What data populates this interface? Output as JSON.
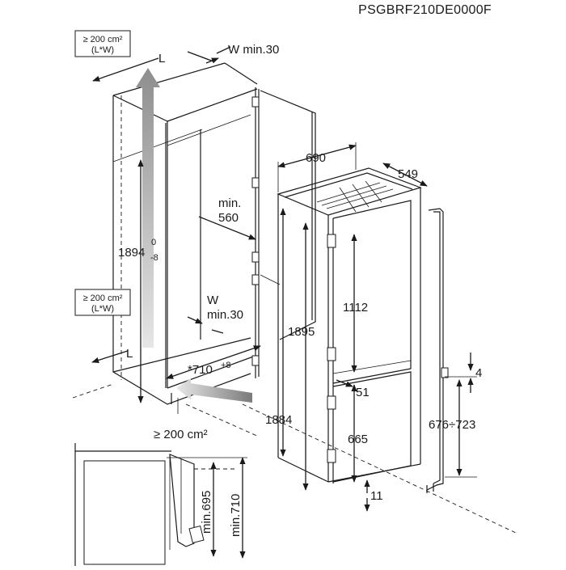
{
  "document_code": "PSGBRF210DE0000F",
  "ventilation": {
    "top_area": "≥ 200 cm²",
    "top_formula": "(L*W)",
    "bottom_area": "≥ 200 cm²",
    "bottom_formula": "(L*W)",
    "floor_area": "≥ 200 cm²"
  },
  "niche": {
    "L_top": "L",
    "W_top": "W min.30",
    "height_main": "1894",
    "height_sup": "0",
    "height_sub": "-8",
    "depth_label_line1": "min.",
    "depth_label_line2": "560",
    "W_mid_line1": "W",
    "W_mid_line2": "min.30",
    "L_bottom": "L",
    "width_main": "*710",
    "width_sup": "+8"
  },
  "appliance": {
    "depth": "690",
    "width": "549",
    "height_total": "1895",
    "height_body": "1884",
    "upper_door": "1112",
    "lower_door": "665",
    "gap": "51",
    "bottom_gap": "11"
  },
  "door_rail": {
    "gap": "4",
    "range": "676÷723"
  },
  "plinth_detail": {
    "min1": "min.695",
    "min2": "min.710"
  },
  "colors": {
    "line": "#1a1a1a",
    "arrow_fill": "#9a9a9a",
    "arrow_light": "#d0d0d0"
  }
}
